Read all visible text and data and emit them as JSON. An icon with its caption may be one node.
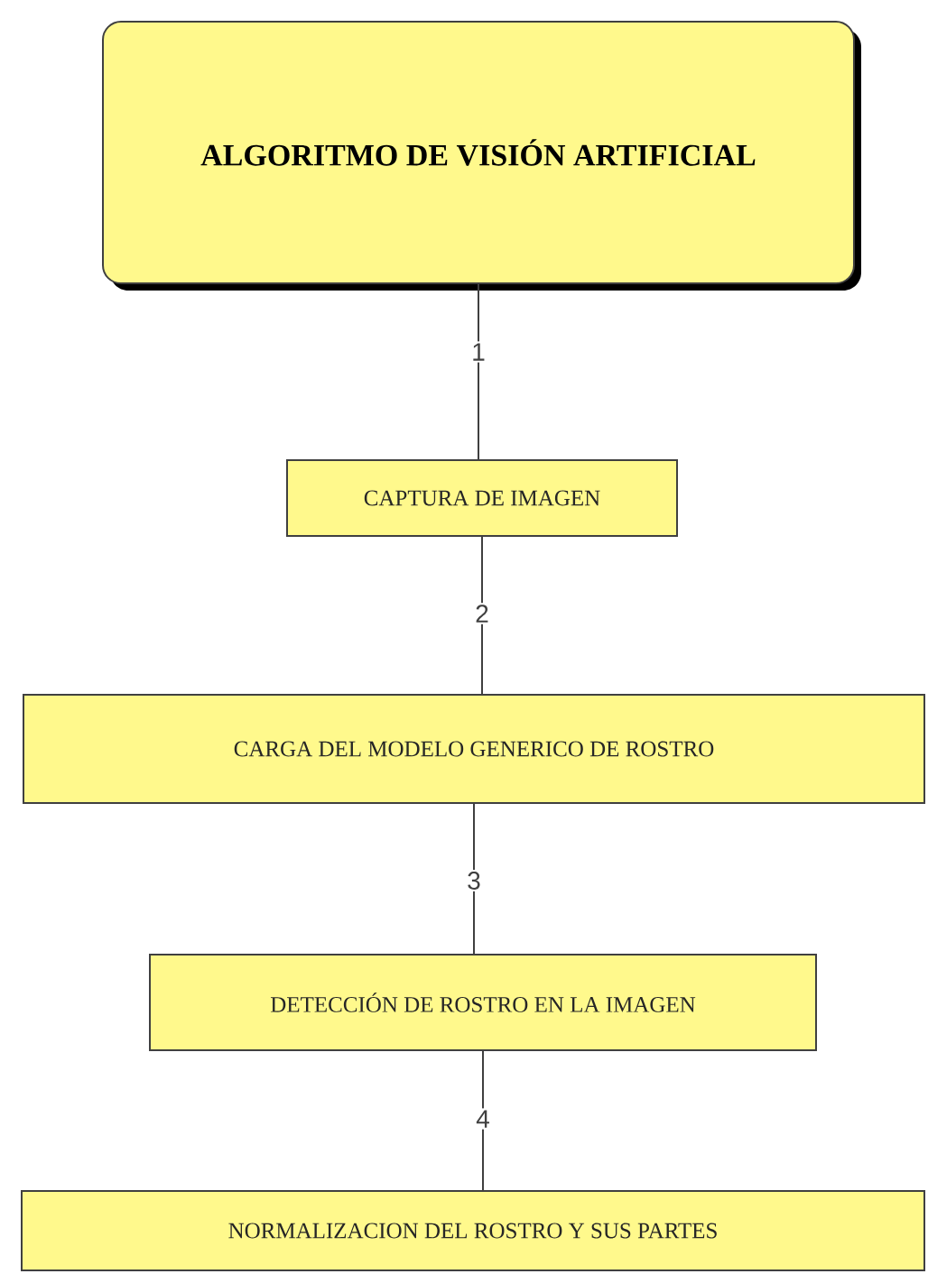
{
  "diagram": {
    "nodes": [
      {
        "text": [
          "ALGORITMO DE VISIÓN ARTIFICIAL"
        ]
      },
      {
        "text": [
          "CAPTURA DE IMAGEN"
        ]
      },
      {
        "text": [
          "CARGA DEL MODELO GENERICO DE ROSTRO"
        ]
      },
      {
        "text": [
          "DETECCIÓN DE ROSTRO EN LA IMAGEN"
        ]
      },
      {
        "text": [
          "NORMALIZACION DEL ROSTRO Y SUS PARTES"
        ]
      }
    ],
    "edges": [
      {
        "from": 0,
        "to": 1,
        "arrow": "none",
        "label": "1"
      },
      {
        "from": 1,
        "to": 2,
        "arrow": "none",
        "label": "2"
      },
      {
        "from": 2,
        "to": 3,
        "arrow": "none",
        "label": "3"
      },
      {
        "from": 3,
        "to": 4,
        "arrow": "none",
        "label": "4"
      }
    ]
  }
}
